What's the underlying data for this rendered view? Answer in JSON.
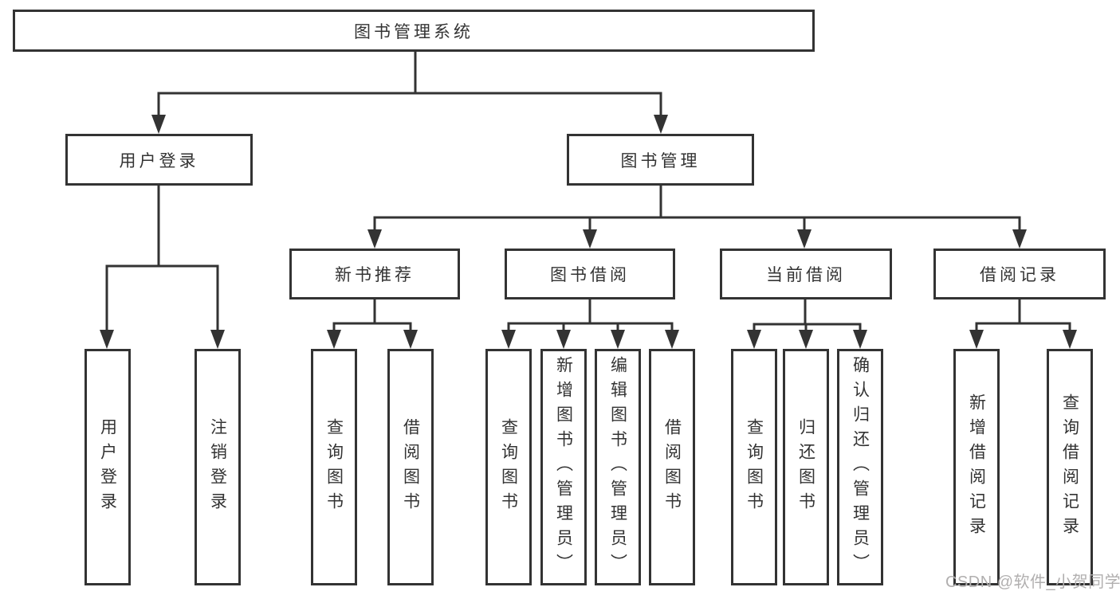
{
  "diagram": {
    "tree": {
      "label": "图书管理系统",
      "children": [
        {
          "label": "用户登录",
          "children": [
            {
              "label": "用户登录"
            },
            {
              "label": "注销登录"
            }
          ]
        },
        {
          "label": "图书管理",
          "children": [
            {
              "label": "新书推荐",
              "children": [
                {
                  "label": "查询图书"
                },
                {
                  "label": "借阅图书"
                }
              ]
            },
            {
              "label": "图书借阅",
              "children": [
                {
                  "label": "查询图书"
                },
                {
                  "label": "新增图书（管理员）"
                },
                {
                  "label": "编辑图书（管理员）"
                },
                {
                  "label": "借阅图书"
                }
              ]
            },
            {
              "label": "当前借阅",
              "children": [
                {
                  "label": "查询图书"
                },
                {
                  "label": "归还图书"
                },
                {
                  "label": "确认归还（管理员）"
                }
              ]
            },
            {
              "label": "借阅记录",
              "children": [
                {
                  "label": "新增借阅记录"
                },
                {
                  "label": "查询借阅记录"
                }
              ]
            }
          ]
        }
      ]
    },
    "watermark": "CSDN @软件_小贺同学",
    "colors": {
      "line": "#333333",
      "text": "#333333",
      "watermark": "#b1afaf",
      "background": "#ffffff"
    }
  }
}
